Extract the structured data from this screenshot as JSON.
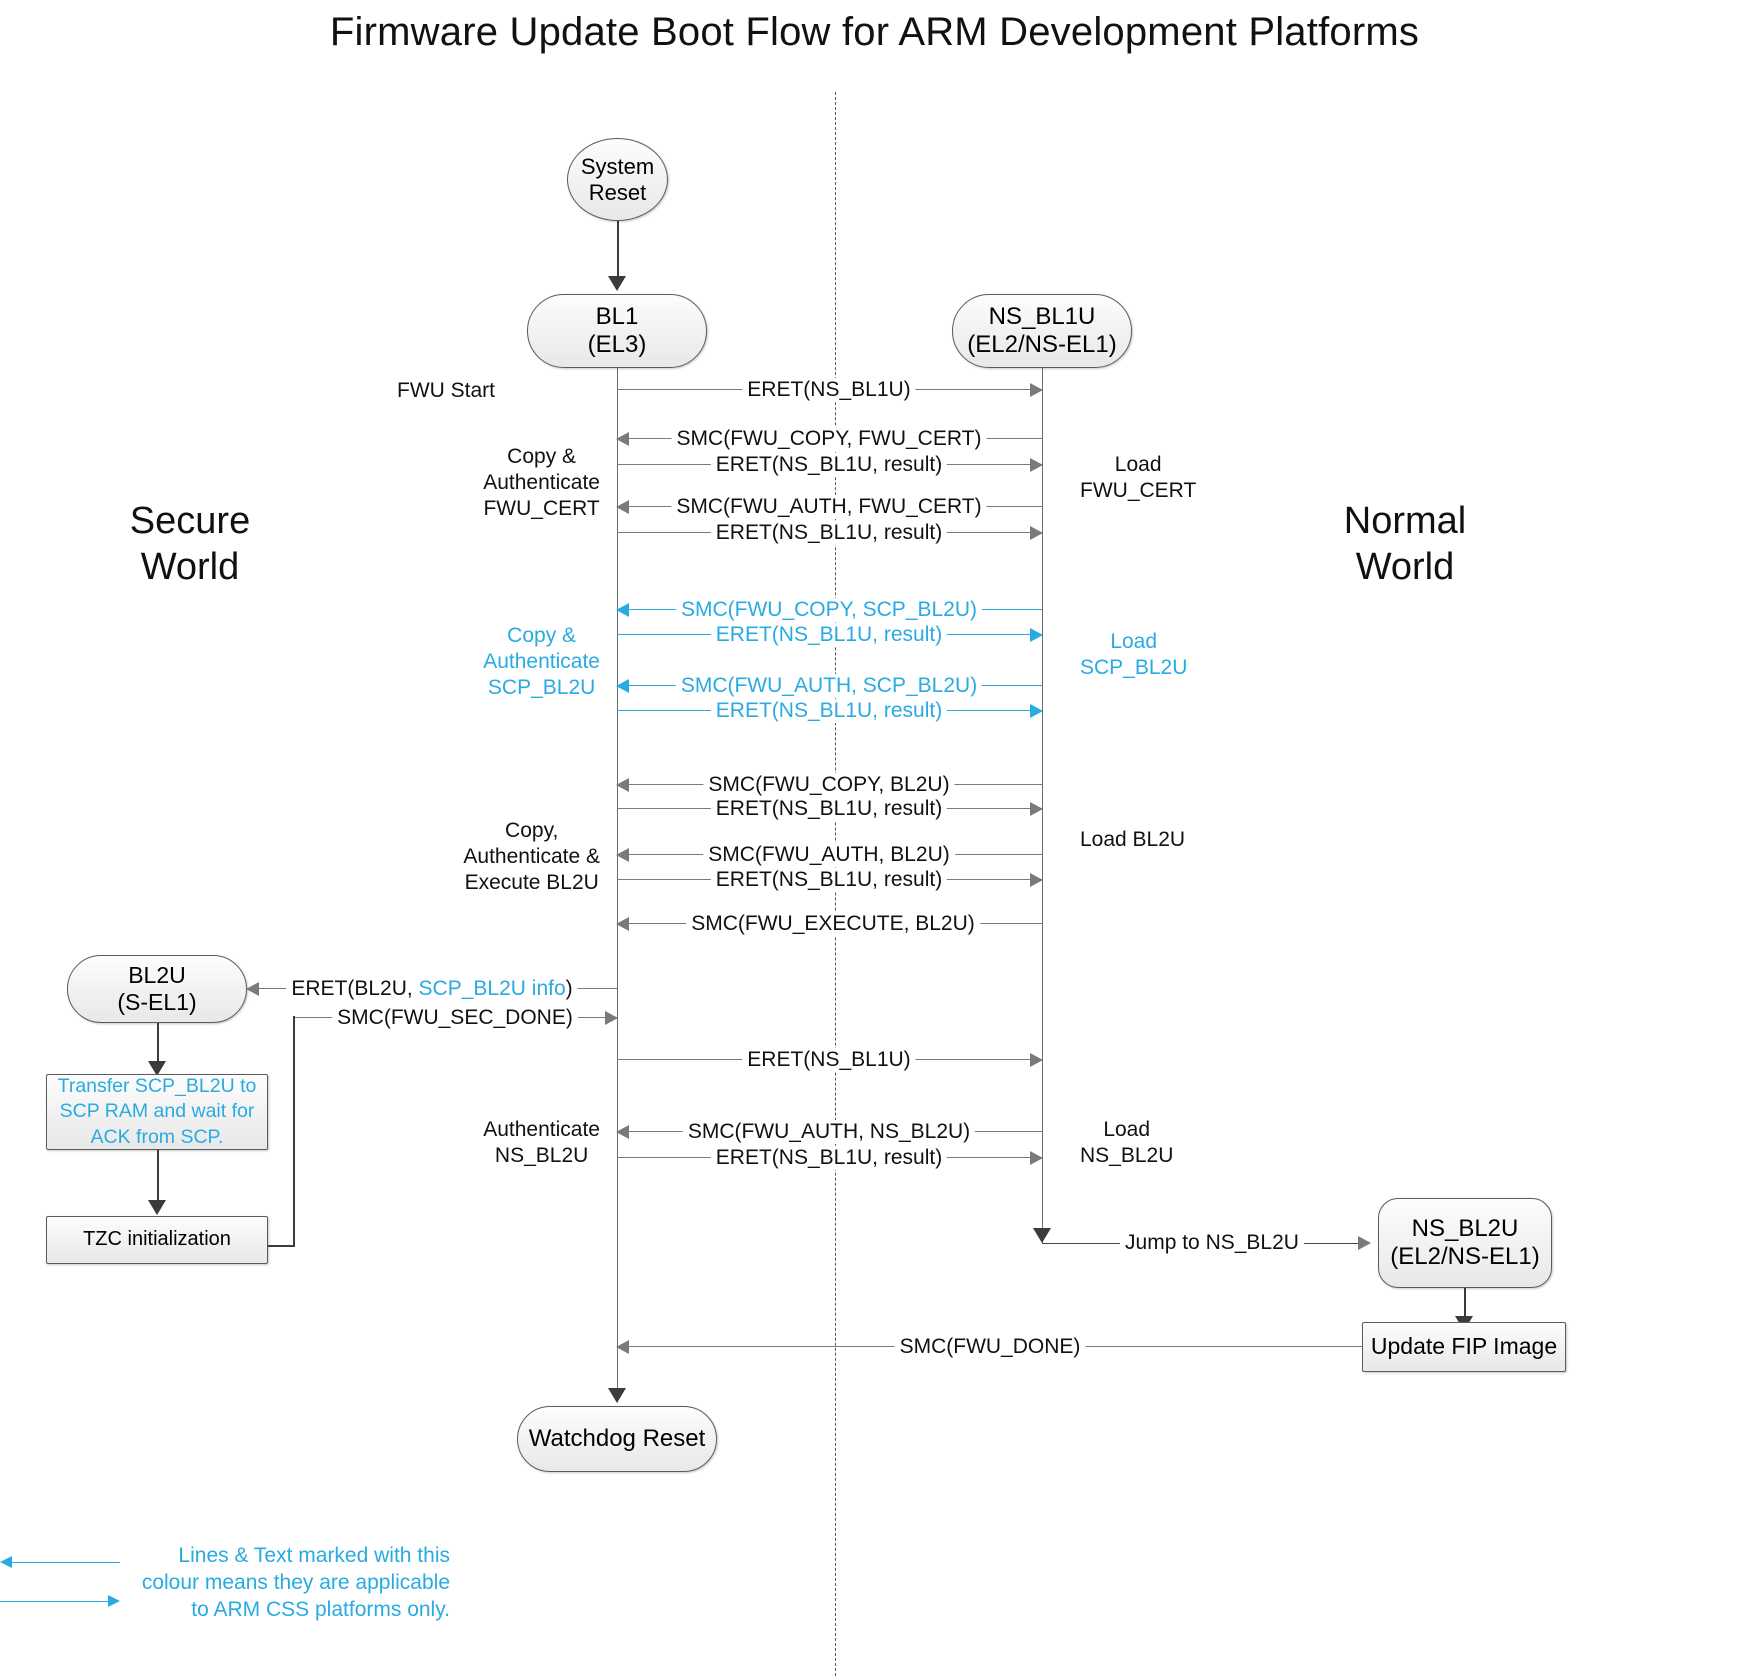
{
  "title": "Firmware Update Boot Flow for ARM Development Platforms",
  "colors": {
    "css_highlight": "#29abe2",
    "line": "#7a7a7a",
    "node_border": "#5b5b5b",
    "text": "#111111"
  },
  "worlds": {
    "secure": "Secure\nWorld",
    "secure_line1": "Secure",
    "secure_line2": "World",
    "normal_line1": "Normal",
    "normal_line2": "World"
  },
  "nodes": {
    "system_reset": "System\nReset",
    "system_reset_l1": "System",
    "system_reset_l2": "Reset",
    "bl1_l1": "BL1",
    "bl1_l2": "(EL3)",
    "ns_bl1u_l1": "NS_BL1U",
    "ns_bl1u_l2": "(EL2/NS-EL1)",
    "bl2u_l1": "BL2U",
    "bl2u_l2": "(S-EL1)",
    "transfer_box": "Transfer SCP_BL2U to SCP RAM and wait for ACK from SCP.",
    "transfer_box_l1": "Transfer SCP_BL2U to",
    "transfer_box_l2": "SCP RAM and wait for",
    "transfer_box_l3": "ACK from SCP.",
    "tzc_box": "TZC initialization",
    "ns_bl2u_l1": "NS_BL2U",
    "ns_bl2u_l2": "(EL2/NS-EL1)",
    "update_fip": "Update FIP Image",
    "watchdog_reset": "Watchdog Reset"
  },
  "side_labels": {
    "fwu_start": "FWU Start",
    "copy_auth_cert_l1": "Copy &",
    "copy_auth_cert_l2": "Authenticate",
    "copy_auth_cert_l3": "FWU_CERT",
    "load_fwu_cert_l1": "Load",
    "load_fwu_cert_l2": "FWU_CERT",
    "copy_auth_scp_l1": "Copy &",
    "copy_auth_scp_l2": "Authenticate",
    "copy_auth_scp_l3": "SCP_BL2U",
    "load_scp_l1": "Load",
    "load_scp_l2": "SCP_BL2U",
    "copy_auth_exec_l1": "Copy,",
    "copy_auth_exec_l2": "Authenticate &",
    "copy_auth_exec_l3": "Execute BL2U",
    "load_bl2u": "Load BL2U",
    "auth_nsbl2u_l1": "Authenticate",
    "auth_nsbl2u_l2": "NS_BL2U",
    "load_nsbl2u_l1": "Load",
    "load_nsbl2u_l2": "NS_BL2U"
  },
  "messages": [
    {
      "id": "m1",
      "label": "ERET(NS_BL1U)",
      "dir": "right",
      "cyan": false
    },
    {
      "id": "m2",
      "label": "SMC(FWU_COPY, FWU_CERT)",
      "dir": "left",
      "cyan": false
    },
    {
      "id": "m3",
      "label": "ERET(NS_BL1U, result)",
      "dir": "right",
      "cyan": false
    },
    {
      "id": "m4",
      "label": "SMC(FWU_AUTH, FWU_CERT)",
      "dir": "left",
      "cyan": false
    },
    {
      "id": "m5",
      "label": "ERET(NS_BL1U, result)",
      "dir": "right",
      "cyan": false
    },
    {
      "id": "m6",
      "label": "SMC(FWU_COPY, SCP_BL2U)",
      "dir": "left",
      "cyan": true
    },
    {
      "id": "m7",
      "label": "ERET(NS_BL1U, result)",
      "dir": "right",
      "cyan": true
    },
    {
      "id": "m8",
      "label": "SMC(FWU_AUTH, SCP_BL2U)",
      "dir": "left",
      "cyan": true
    },
    {
      "id": "m9",
      "label": "ERET(NS_BL1U, result)",
      "dir": "right",
      "cyan": true
    },
    {
      "id": "m10",
      "label": "SMC(FWU_COPY, BL2U)",
      "dir": "left",
      "cyan": false
    },
    {
      "id": "m11",
      "label": "ERET(NS_BL1U, result)",
      "dir": "right",
      "cyan": false
    },
    {
      "id": "m12",
      "label": "SMC(FWU_AUTH, BL2U)",
      "dir": "left",
      "cyan": false
    },
    {
      "id": "m13",
      "label": "ERET(NS_BL1U, result)",
      "dir": "right",
      "cyan": false
    },
    {
      "id": "m14",
      "label": "SMC(FWU_EXECUTE, BL2U)",
      "dir": "left",
      "cyan": false
    },
    {
      "id": "m15",
      "label": "ERET(NS_BL1U)",
      "dir": "right",
      "cyan": false
    },
    {
      "id": "m16",
      "label": "SMC(FWU_AUTH, NS_BL2U)",
      "dir": "left",
      "cyan": false
    },
    {
      "id": "m17",
      "label": "ERET(NS_BL1U, result)",
      "dir": "right",
      "cyan": false
    },
    {
      "id": "m18",
      "label": "SMC(FWU_DONE)",
      "dir": "left",
      "cyan": false
    }
  ],
  "bl2u_messages": {
    "eret_bl2u_pre": "ERET(BL2U, ",
    "eret_bl2u_cyan": "SCP_BL2U info",
    "eret_bl2u_post": ")",
    "smc_sec_done": "SMC(FWU_SEC_DONE)"
  },
  "jump_label": "Jump to NS_BL2U",
  "legend": {
    "line1": "Lines & Text marked with this",
    "line2": "colour means they are applicable",
    "line3": "to ARM CSS platforms only."
  }
}
